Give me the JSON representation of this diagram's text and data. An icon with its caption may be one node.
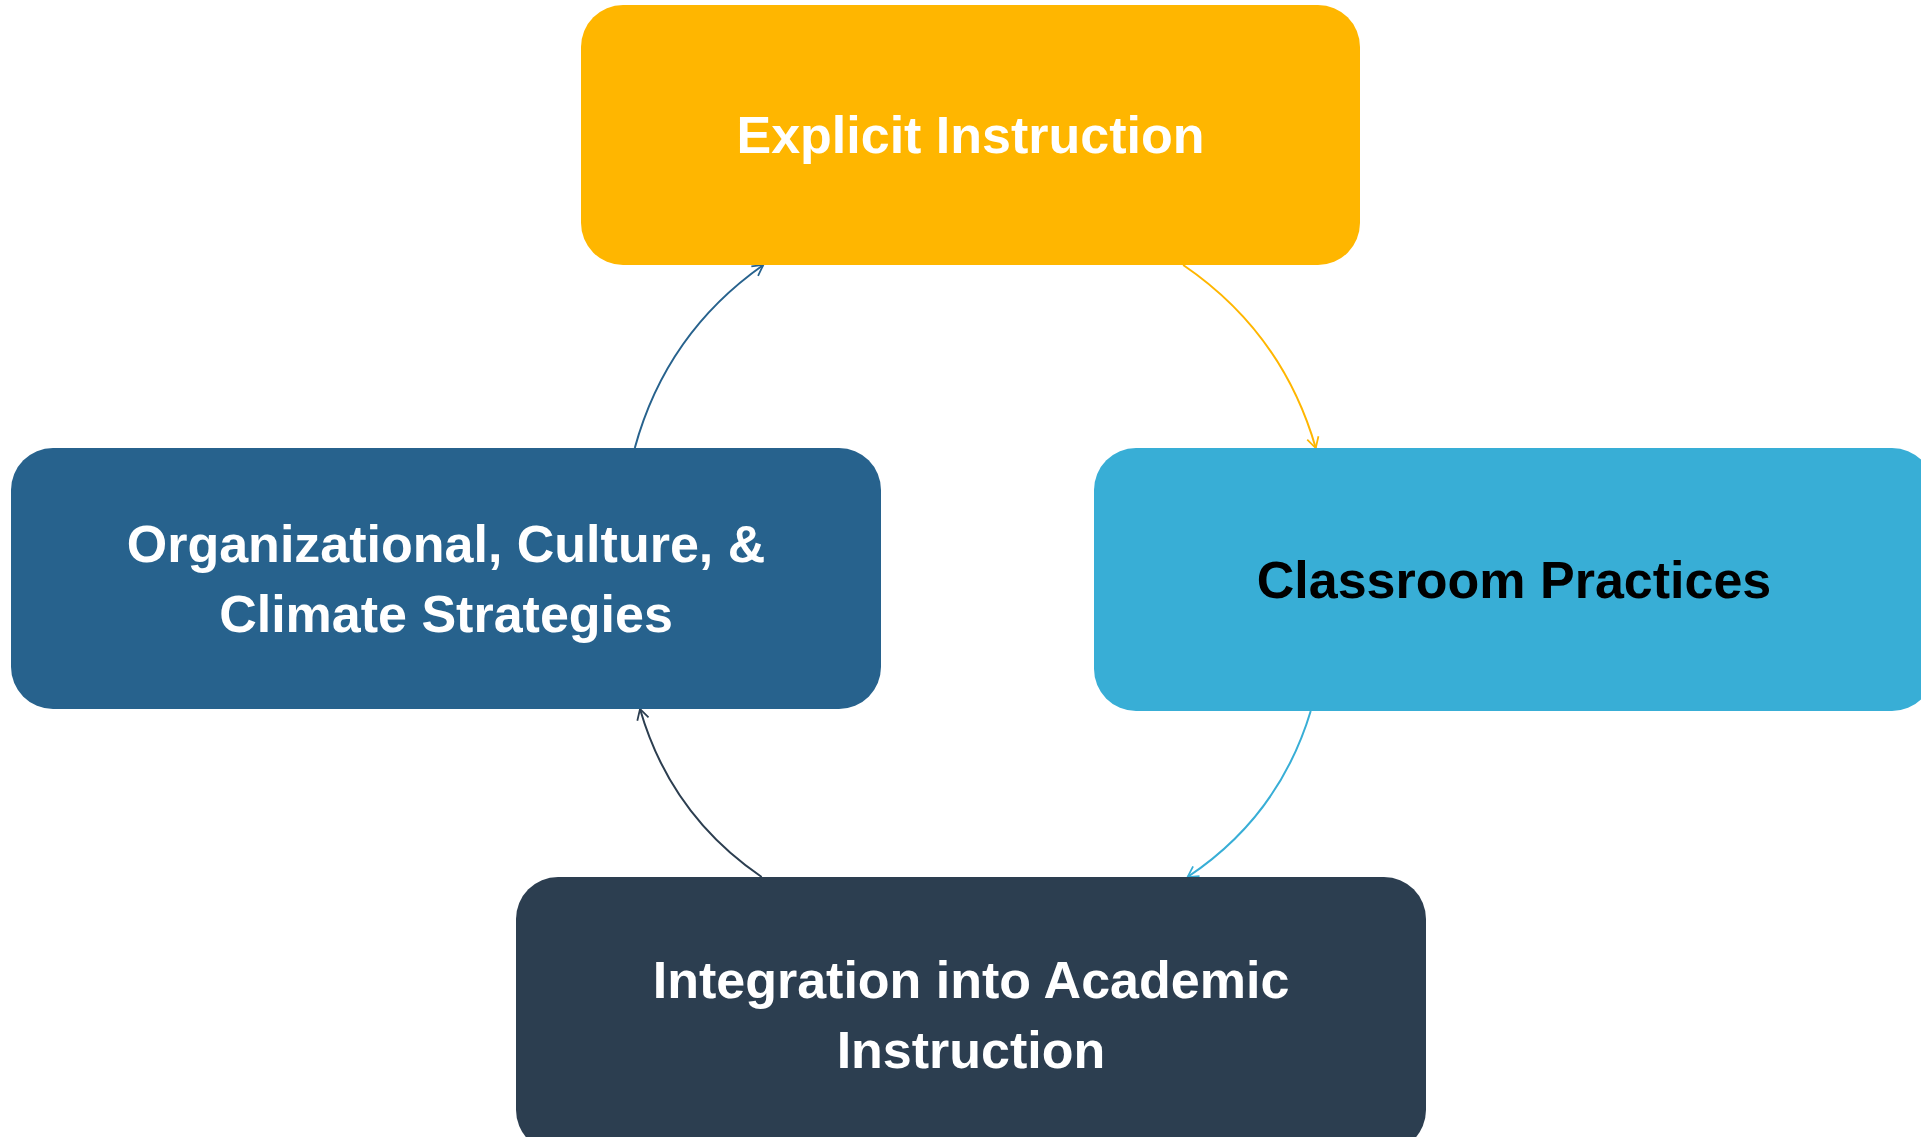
{
  "diagram": {
    "nodes": [
      {
        "text": [
          "Explicit Instruction"
        ]
      },
      {
        "text": [
          "Classroom Practices"
        ]
      },
      {
        "text": [
          "Integration into Academic Instruction"
        ]
      },
      {
        "text": [
          "Organizational, Culture, & Climate Strategies"
        ]
      }
    ],
    "edges": [
      {
        "from": 0,
        "to": 1,
        "arrow": "to",
        "color": "#ffb600"
      },
      {
        "from": 1,
        "to": 2,
        "arrow": "to",
        "color": "#38aed6"
      },
      {
        "from": 2,
        "to": 3,
        "arrow": "to",
        "color": "#2c3e50"
      },
      {
        "from": 3,
        "to": 0,
        "arrow": "to",
        "color": "#27628d"
      }
    ]
  }
}
